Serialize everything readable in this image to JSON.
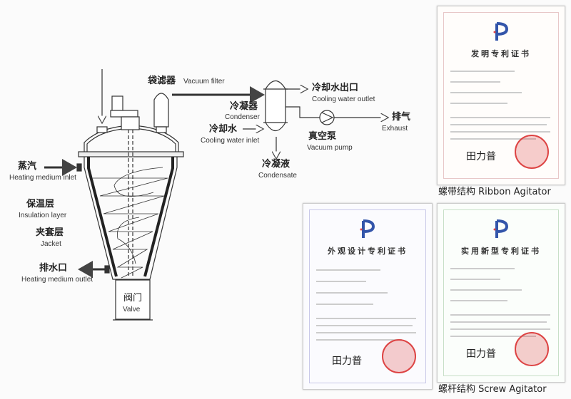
{
  "diagram": {
    "vacuum_filter": {
      "cn": "袋滤器",
      "en": "Vacuum filter"
    },
    "cooling_water_outlet": {
      "cn": "冷却水出口",
      "en": "Cooling water outlet"
    },
    "condenser": {
      "cn": "冷凝器",
      "en": "Condenser"
    },
    "cooling_water_inlet": {
      "cn": "冷却水",
      "en": "Cooling water inlet"
    },
    "exhaust": {
      "cn": "排气",
      "en": "Exhaust"
    },
    "vacuum_pump": {
      "cn": "真空泵",
      "en": "Vacuum pump"
    },
    "condensate": {
      "cn": "冷凝液",
      "en": "Condensate"
    },
    "heating_inlet": {
      "cn": "蒸汽",
      "en": "Heating medium inlet"
    },
    "insulation": {
      "cn": "保温层",
      "en": "Insulation layer"
    },
    "jacket": {
      "cn": "夹套层",
      "en": "Jacket"
    },
    "heating_outlet": {
      "cn": "排水口",
      "en": "Heating medium outlet"
    },
    "valve": {
      "cn": "阀门",
      "en": "Valve"
    }
  },
  "certificates": [
    {
      "title": "发明专利证书",
      "signature": "田力普",
      "caption": "螺带结构 Ribbon Agitator"
    },
    {
      "title": "外观设计专利证书",
      "signature": "田力普"
    },
    {
      "title": "实用新型专利证书",
      "signature": "田力普",
      "caption": "螺杆结构 Screw Agitator"
    }
  ],
  "colors": {
    "line": "#333333",
    "seal": "#dd4444"
  }
}
